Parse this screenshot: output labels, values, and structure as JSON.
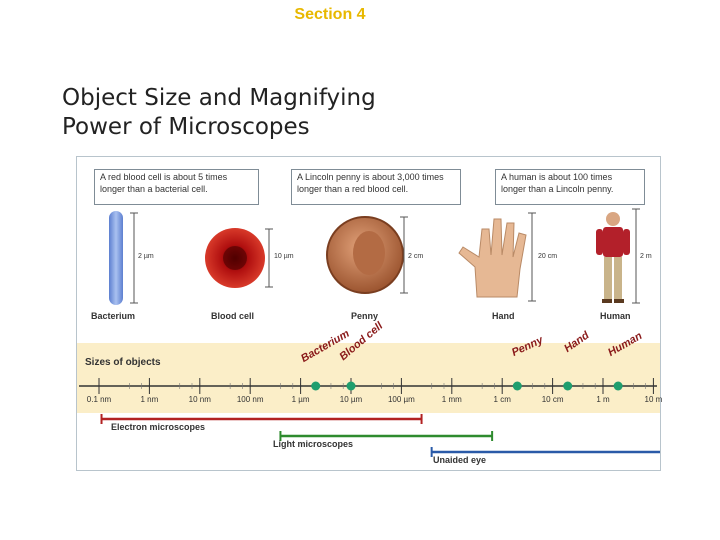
{
  "header": {
    "section": "Section 4",
    "title_line1": "Object Size and Magnifying",
    "title_line2": "Power of Microscopes"
  },
  "figure": {
    "notes": [
      "A red blood cell is about 5 times longer than a bacterial cell.",
      "A Lincoln penny is about 3,000 times longer than a red blood cell.",
      "A human is about 100 times longer than a Lincoln penny."
    ],
    "objects": [
      {
        "name": "Bacterium",
        "dimension": "2 µm"
      },
      {
        "name": "Blood cell",
        "dimension": "10 µm"
      },
      {
        "name": "Penny",
        "dimension": "2 cm"
      },
      {
        "name": "Hand",
        "dimension": "20 cm"
      },
      {
        "name": "Human",
        "dimension": "2 m"
      }
    ],
    "axis_title": "Sizes of objects",
    "ticks": [
      "0.1 nm",
      "1 nm",
      "10 nm",
      "100 nm",
      "1 µm",
      "10 µm",
      "100 µm",
      "1 mm",
      "1 cm",
      "10 cm",
      "1 m",
      "10 m"
    ],
    "markers": [
      {
        "label": "Bacterium",
        "tick": "1 µm",
        "offset": 0.3
      },
      {
        "label": "Blood cell",
        "tick": "10 µm",
        "offset": 0.0
      },
      {
        "label": "Penny",
        "tick": "1 cm",
        "offset": 0.3
      },
      {
        "label": "Hand",
        "tick": "10 cm",
        "offset": 0.3
      },
      {
        "label": "Human",
        "tick": "1 m",
        "offset": 0.3
      }
    ],
    "ranges": [
      {
        "label": "Electron microscopes",
        "color": "#b22222"
      },
      {
        "label": "Light microscopes",
        "color": "#2e8b2e"
      },
      {
        "label": "Unaided eye",
        "color": "#2a5aa8"
      }
    ],
    "colors": {
      "band": "#fbeec8",
      "marker": "#1f9e6e",
      "rotated_label": "#8a1a1a"
    }
  }
}
